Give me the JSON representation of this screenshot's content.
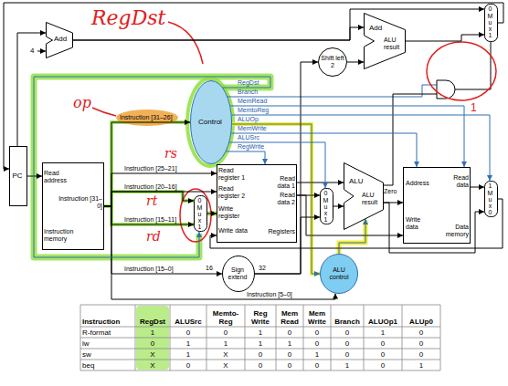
{
  "diagram": {
    "nodes": [
      {
        "text": [
          "Add"
        ]
      },
      {
        "text": [
          "PC"
        ]
      },
      {
        "text": [
          "Read address",
          "Instruction [31–0]",
          "Instruction memory"
        ]
      },
      {
        "text": [
          "Control"
        ]
      },
      {
        "text": [
          "Read register 1",
          "Read register 2",
          "Write register",
          "Write data",
          "Read data 1",
          "Read data 2",
          "Registers"
        ]
      },
      {
        "text": [
          "0",
          "M u x",
          "1"
        ]
      },
      {
        "text": [
          "Sign extend"
        ]
      },
      {
        "text": [
          "Shift left 2"
        ]
      },
      {
        "text": [
          "Add",
          "ALU result"
        ]
      },
      {
        "text": [
          "0",
          "M u x",
          "1"
        ]
      },
      {
        "text": [
          "0",
          "M u x",
          "1"
        ]
      },
      {
        "text": [
          "ALU",
          "Zero",
          "ALU result"
        ]
      },
      {
        "text": [
          "ALU control"
        ]
      },
      {
        "text": [
          "Address",
          "Read data",
          "Write data",
          "Data memory"
        ]
      },
      {
        "text": [
          "1",
          "M u x",
          "0"
        ]
      }
    ],
    "edges": [
      {
        "from": 1,
        "to": 2,
        "arrow": "to"
      },
      {
        "from": 1,
        "to": 0,
        "arrow": "to"
      },
      {
        "from": 0,
        "to": 8,
        "arrow": "to"
      },
      {
        "from": 0,
        "to": 9,
        "arrow": "to"
      },
      {
        "from": 8,
        "to": 9,
        "arrow": "to"
      },
      {
        "from": 9,
        "to": 1,
        "arrow": "to"
      },
      {
        "from": 7,
        "to": 8,
        "arrow": "to"
      },
      {
        "from": 2,
        "to": 3,
        "arrow": "to"
      },
      {
        "from": 2,
        "to": 4,
        "arrow": "to"
      },
      {
        "from": 2,
        "to": 4,
        "arrow": "to"
      },
      {
        "from": 2,
        "to": 5,
        "arrow": "to"
      },
      {
        "from": 2,
        "to": 5,
        "arrow": "to"
      },
      {
        "from": 5,
        "to": 4,
        "arrow": "to"
      },
      {
        "from": 2,
        "to": 6,
        "arrow": "to"
      },
      {
        "from": 6,
        "to": 7,
        "arrow": "to"
      },
      {
        "from": 6,
        "to": 10,
        "arrow": "to"
      },
      {
        "from": 4,
        "to": 11,
        "arrow": "to"
      },
      {
        "from": 4,
        "to": 10,
        "arrow": "to"
      },
      {
        "from": 4,
        "to": 13,
        "arrow": "to"
      },
      {
        "from": 10,
        "to": 11,
        "arrow": "to"
      },
      {
        "from": 11,
        "to": 13,
        "arrow": "to"
      },
      {
        "from": 11,
        "to": 14,
        "arrow": "to"
      },
      {
        "from": 13,
        "to": 14,
        "arrow": "to"
      },
      {
        "from": 14,
        "to": 4,
        "arrow": "to"
      },
      {
        "from": 12,
        "to": 11,
        "arrow": "to"
      },
      {
        "from": 3,
        "to": 12,
        "arrow": "to"
      },
      {
        "from": 2,
        "to": 12,
        "arrow": "to"
      },
      {
        "from": 3,
        "to": 5,
        "arrow": "to"
      },
      {
        "from": 3,
        "to": 10,
        "arrow": "to"
      },
      {
        "from": 3,
        "to": 4,
        "arrow": "to"
      },
      {
        "from": 3,
        "to": 13,
        "arrow": "to"
      },
      {
        "from": 3,
        "to": 13,
        "arrow": "to"
      },
      {
        "from": 3,
        "to": 14,
        "arrow": "to"
      }
    ],
    "labels": [
      "RegDst",
      "4",
      "op",
      "Instruction [31–26]",
      "RegDst",
      "Branch",
      "MemRead",
      "MemtoReg",
      "ALUOp",
      "MemWrite",
      "ALUSrc",
      "RegWrite",
      "Instruction [25–21]",
      "rs",
      "Instruction [20–16]",
      "rt",
      "Instruction [15–11]",
      "rd",
      "Instruction [15–0]",
      "16",
      "32",
      "Instruction [5–0]",
      "1",
      "Instruction",
      "RegDst",
      "ALUSrc",
      "Memto-Reg",
      "Reg Write",
      "Mem Read",
      "Mem Write",
      "Branch",
      "ALUOp1",
      "ALUp0",
      "R-format",
      "1",
      "0",
      "0",
      "1",
      "0",
      "0",
      "0",
      "1",
      "0",
      "lw",
      "0",
      "1",
      "1",
      "1",
      "1",
      "0",
      "0",
      "0",
      "0",
      "sw",
      "X",
      "1",
      "X",
      "0",
      "0",
      "1",
      "0",
      "0",
      "0",
      "beq",
      "X",
      "0",
      "X",
      "0",
      "0",
      "0",
      "1",
      "0",
      "1"
    ]
  }
}
